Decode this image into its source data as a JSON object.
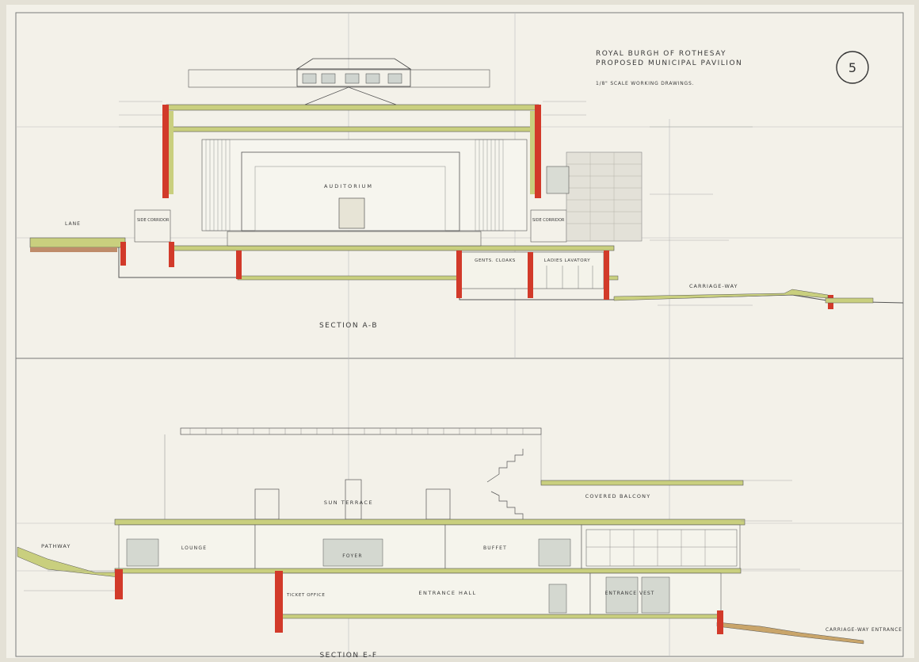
{
  "title_block": {
    "line1": "ROYAL BURGH OF ROTHESAY",
    "line2": "PROPOSED MUNICIPAL PAVILION",
    "scale": "1/8\" SCALE WORKING DRAWINGS.",
    "sheet_number": "5"
  },
  "section_ab": {
    "caption": "SECTION A-B",
    "rooms": {
      "auditorium": "AUDITORIUM",
      "side_corridor_left": "SIDE CORRIDOR",
      "side_corridor_right": "SIDE CORRIDOR",
      "gents_cloaks": "GENTS. CLOAKS",
      "ladies_lavatory": "LADIES LAVATORY",
      "lane": "LANE",
      "carriage_way": "CARRIAGE-WAY"
    }
  },
  "section_ef": {
    "caption": "SECTION E-F",
    "rooms": {
      "sun_terrace": "SUN TERRACE",
      "covered_balcony": "COVERED BALCONY",
      "pathway": "PATHWAY",
      "lounge": "LOUNGE",
      "foyer": "FOYER",
      "buffet": "BUFFET",
      "ticket_office": "TICKET OFFICE",
      "entrance_hall": "ENTRANCE HALL",
      "entrance_vest": "ENTRANCE VEST",
      "carriage_way_entrance": "CARRIAGE-WAY ENTRANCE"
    }
  },
  "colors": {
    "paper": "#f3f1e9",
    "ink": "#3a3a3a",
    "brick": "#d23a2a",
    "concrete": "#c9cf7e",
    "stone": "#a8a8a0"
  }
}
